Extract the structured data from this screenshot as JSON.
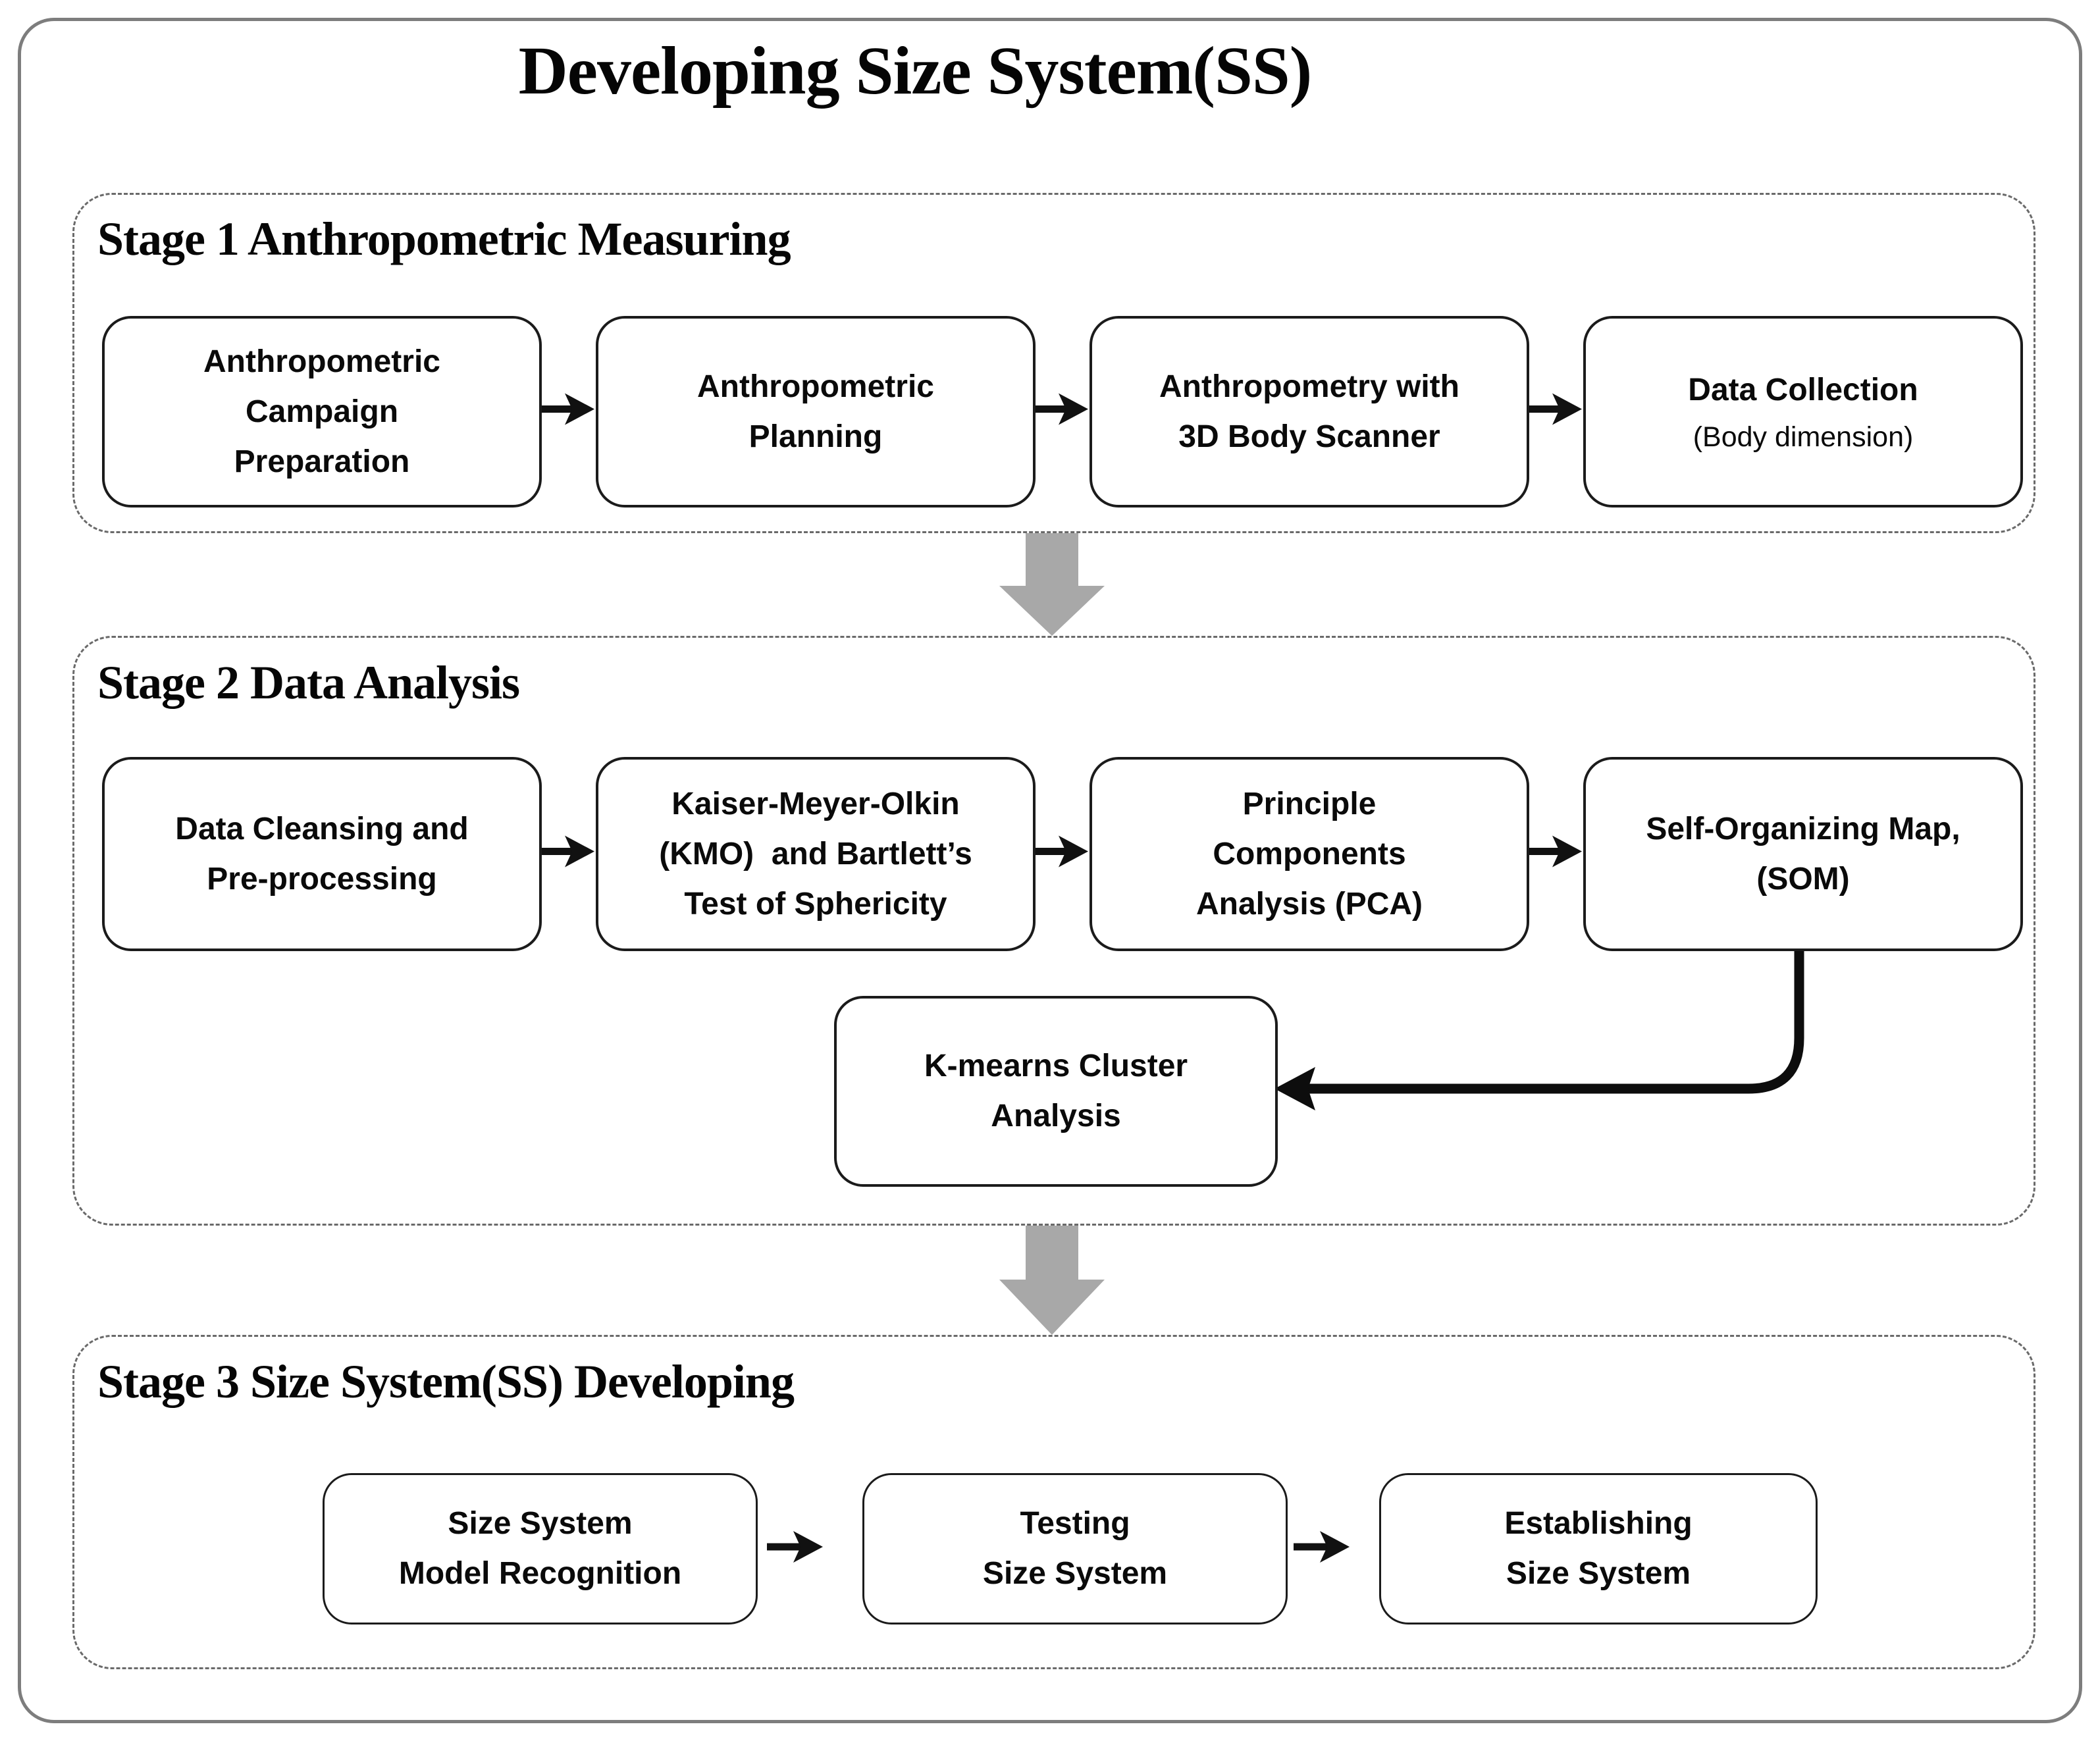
{
  "title": "Developing Size System(SS)",
  "colors": {
    "box_border": "#1b1b1b",
    "stage_dash_border": "#6a6a6a",
    "outer_frame_border": "#7d7d7d",
    "stage_arrow_gray": "#a8a8a8",
    "flow_arrow_black": "#111111"
  },
  "stage1": {
    "heading": "Stage 1 Anthropometric Measuring",
    "boxes": [
      {
        "lines": [
          "Anthropometric",
          "Campaign",
          "Preparation"
        ]
      },
      {
        "lines": [
          "Anthropometric",
          "Planning"
        ]
      },
      {
        "lines": [
          "Anthropometry with",
          "3D Body Scanner"
        ]
      },
      {
        "lines": [
          "Data Collection",
          "(Body dimension)"
        ]
      }
    ]
  },
  "stage2": {
    "heading": "Stage 2 Data Analysis",
    "boxes": [
      {
        "lines": [
          "Data Cleansing and",
          "Pre-processing"
        ]
      },
      {
        "lines": [
          "Kaiser-Meyer-Olkin",
          "(KMO)  and Bartlett’s",
          "Test of Sphericity"
        ]
      },
      {
        "lines": [
          "Principle",
          "Components",
          "Analysis (PCA)"
        ]
      },
      {
        "lines": [
          "Self-Organizing Map,",
          "(SOM)"
        ]
      }
    ],
    "extra_box": {
      "lines": [
        "K-mearns Cluster",
        "Analysis"
      ]
    }
  },
  "stage3": {
    "heading": "Stage 3 Size System(SS) Developing",
    "boxes": [
      {
        "lines": [
          "Size System",
          "Model Recognition"
        ]
      },
      {
        "lines": [
          "Testing",
          "Size System"
        ]
      },
      {
        "lines": [
          "Establishing",
          "Size System"
        ]
      }
    ]
  }
}
